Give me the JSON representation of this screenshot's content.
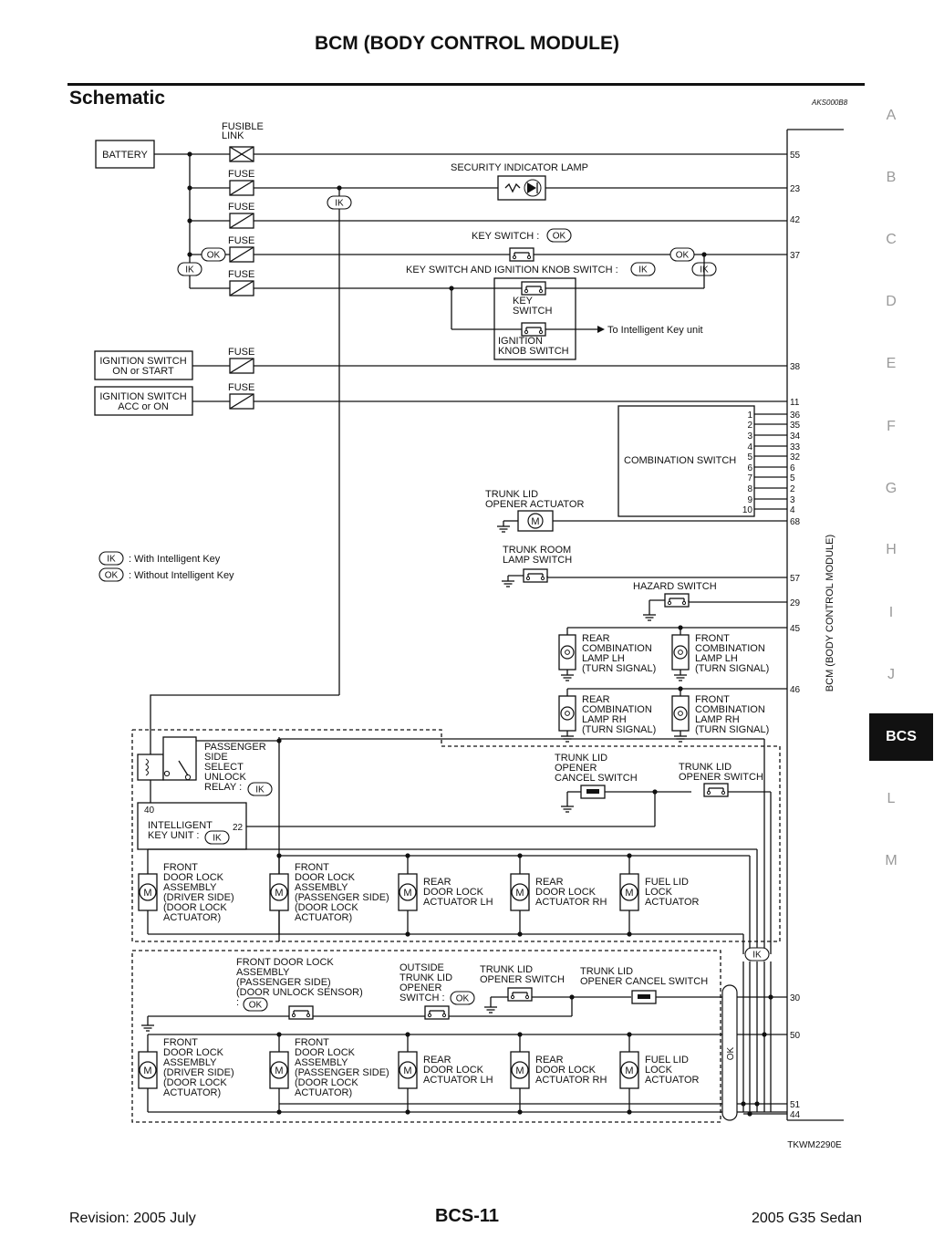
{
  "page": {
    "title": "BCM (BODY CONTROL MODULE)",
    "section": "Schematic",
    "ref_code": "AKS000B8",
    "figure_code": "TKWM2290E",
    "revision": "Revision: 2005 July",
    "page_number": "BCS-11",
    "vehicle": "2005 G35 Sedan"
  },
  "side_tabs": [
    "A",
    "B",
    "C",
    "D",
    "E",
    "F",
    "G",
    "H",
    "I",
    "J",
    "BCS",
    "L",
    "M"
  ],
  "active_tab": "BCS",
  "tags": {
    "ik": "IK",
    "ok": "OK"
  },
  "legend": {
    "ik": ": With Intelligent Key",
    "ok": ": Without Intelligent Key"
  },
  "labels": {
    "battery": "BATTERY",
    "fusible_link": [
      "FUSIBLE",
      "LINK"
    ],
    "fuse": "FUSE",
    "security_lamp": "SECURITY INDICATOR LAMP",
    "key_switch_ok": "KEY SWITCH :",
    "key_knob_switch_ik": "KEY SWITCH AND IGNITION KNOB SWITCH :",
    "key_switch": [
      "KEY",
      "SWITCH"
    ],
    "ign_knob_switch": [
      "IGNITION",
      "KNOB SWITCH"
    ],
    "to_intelligent_key": "To Intelligent Key unit",
    "ign_on_start": [
      "IGNITION SWITCH",
      "ON or START"
    ],
    "ign_acc_on": [
      "IGNITION SWITCH",
      "ACC or ON"
    ],
    "combination_switch": "COMBINATION SWITCH",
    "trunk_lid_opener_actuator": [
      "TRUNK LID",
      "OPENER ACTUATOR"
    ],
    "trunk_room_lamp_switch": [
      "TRUNK ROOM",
      "LAMP SWITCH"
    ],
    "hazard_switch": "HAZARD SWITCH",
    "rear_combo_lh": [
      "REAR",
      "COMBINATION",
      "LAMP LH",
      "(TURN SIGNAL)"
    ],
    "front_combo_lh": [
      "FRONT",
      "COMBINATION",
      "LAMP LH",
      "(TURN SIGNAL)"
    ],
    "rear_combo_rh": [
      "REAR",
      "COMBINATION",
      "LAMP RH",
      "(TURN SIGNAL)"
    ],
    "front_combo_rh": [
      "FRONT",
      "COMBINATION",
      "LAMP RH",
      "(TURN SIGNAL)"
    ],
    "passenger_relay": [
      "PASSENGER",
      "SIDE",
      "SELECT",
      "UNLOCK",
      "RELAY :"
    ],
    "trunk_cancel_switch": [
      "TRUNK LID",
      "OPENER",
      "CANCEL SWITCH"
    ],
    "trunk_opener_switch": [
      "TRUNK LID",
      "OPENER SWITCH"
    ],
    "intelligent_key_unit": [
      "INTELLIGENT",
      "KEY UNIT :"
    ],
    "front_dl_driver": [
      "FRONT",
      "DOOR LOCK",
      "ASSEMBLY",
      "(DRIVER SIDE)",
      "(DOOR LOCK",
      "ACTUATOR)"
    ],
    "front_dl_passenger": [
      "FRONT",
      "DOOR LOCK",
      "ASSEMBLY",
      "(PASSENGER SIDE)",
      "(DOOR LOCK",
      "ACTUATOR)"
    ],
    "rear_dl_lh": [
      "REAR",
      "DOOR LOCK",
      "ACTUATOR LH"
    ],
    "rear_dl_rh": [
      "REAR",
      "DOOR LOCK",
      "ACTUATOR RH"
    ],
    "fuel_lid": [
      "FUEL LID",
      "LOCK",
      "ACTUATOR"
    ],
    "front_dl_unlock_sensor": [
      "FRONT DOOR LOCK",
      "ASSEMBLY",
      "(PASSENGER SIDE)",
      "(DOOR UNLOCK SENSOR)",
      ":"
    ],
    "outside_trunk_switch": [
      "OUTSIDE",
      "TRUNK LID",
      "OPENER",
      "SWITCH :"
    ],
    "trunk_opener_switch_2": [
      "TRUNK LID",
      "OPENER SWITCH"
    ],
    "trunk_cancel_switch_2": [
      "TRUNK LID",
      "OPENER CANCEL SWITCH"
    ],
    "bcm_vertical": "BCM (BODY CONTROL MODULE)",
    "motor": "M",
    "unit_pin_40": "40",
    "unit_pin_22": "22"
  },
  "bcm_pins": [
    "55",
    "23",
    "42",
    "37",
    "38",
    "11",
    "36",
    "35",
    "34",
    "33",
    "32",
    "6",
    "5",
    "2",
    "3",
    "4",
    "68",
    "57",
    "29",
    "45",
    "46",
    "30",
    "50",
    "51",
    "44"
  ],
  "combo_pins": [
    "1",
    "2",
    "3",
    "4",
    "5",
    "6",
    "7",
    "8",
    "9",
    "10"
  ]
}
